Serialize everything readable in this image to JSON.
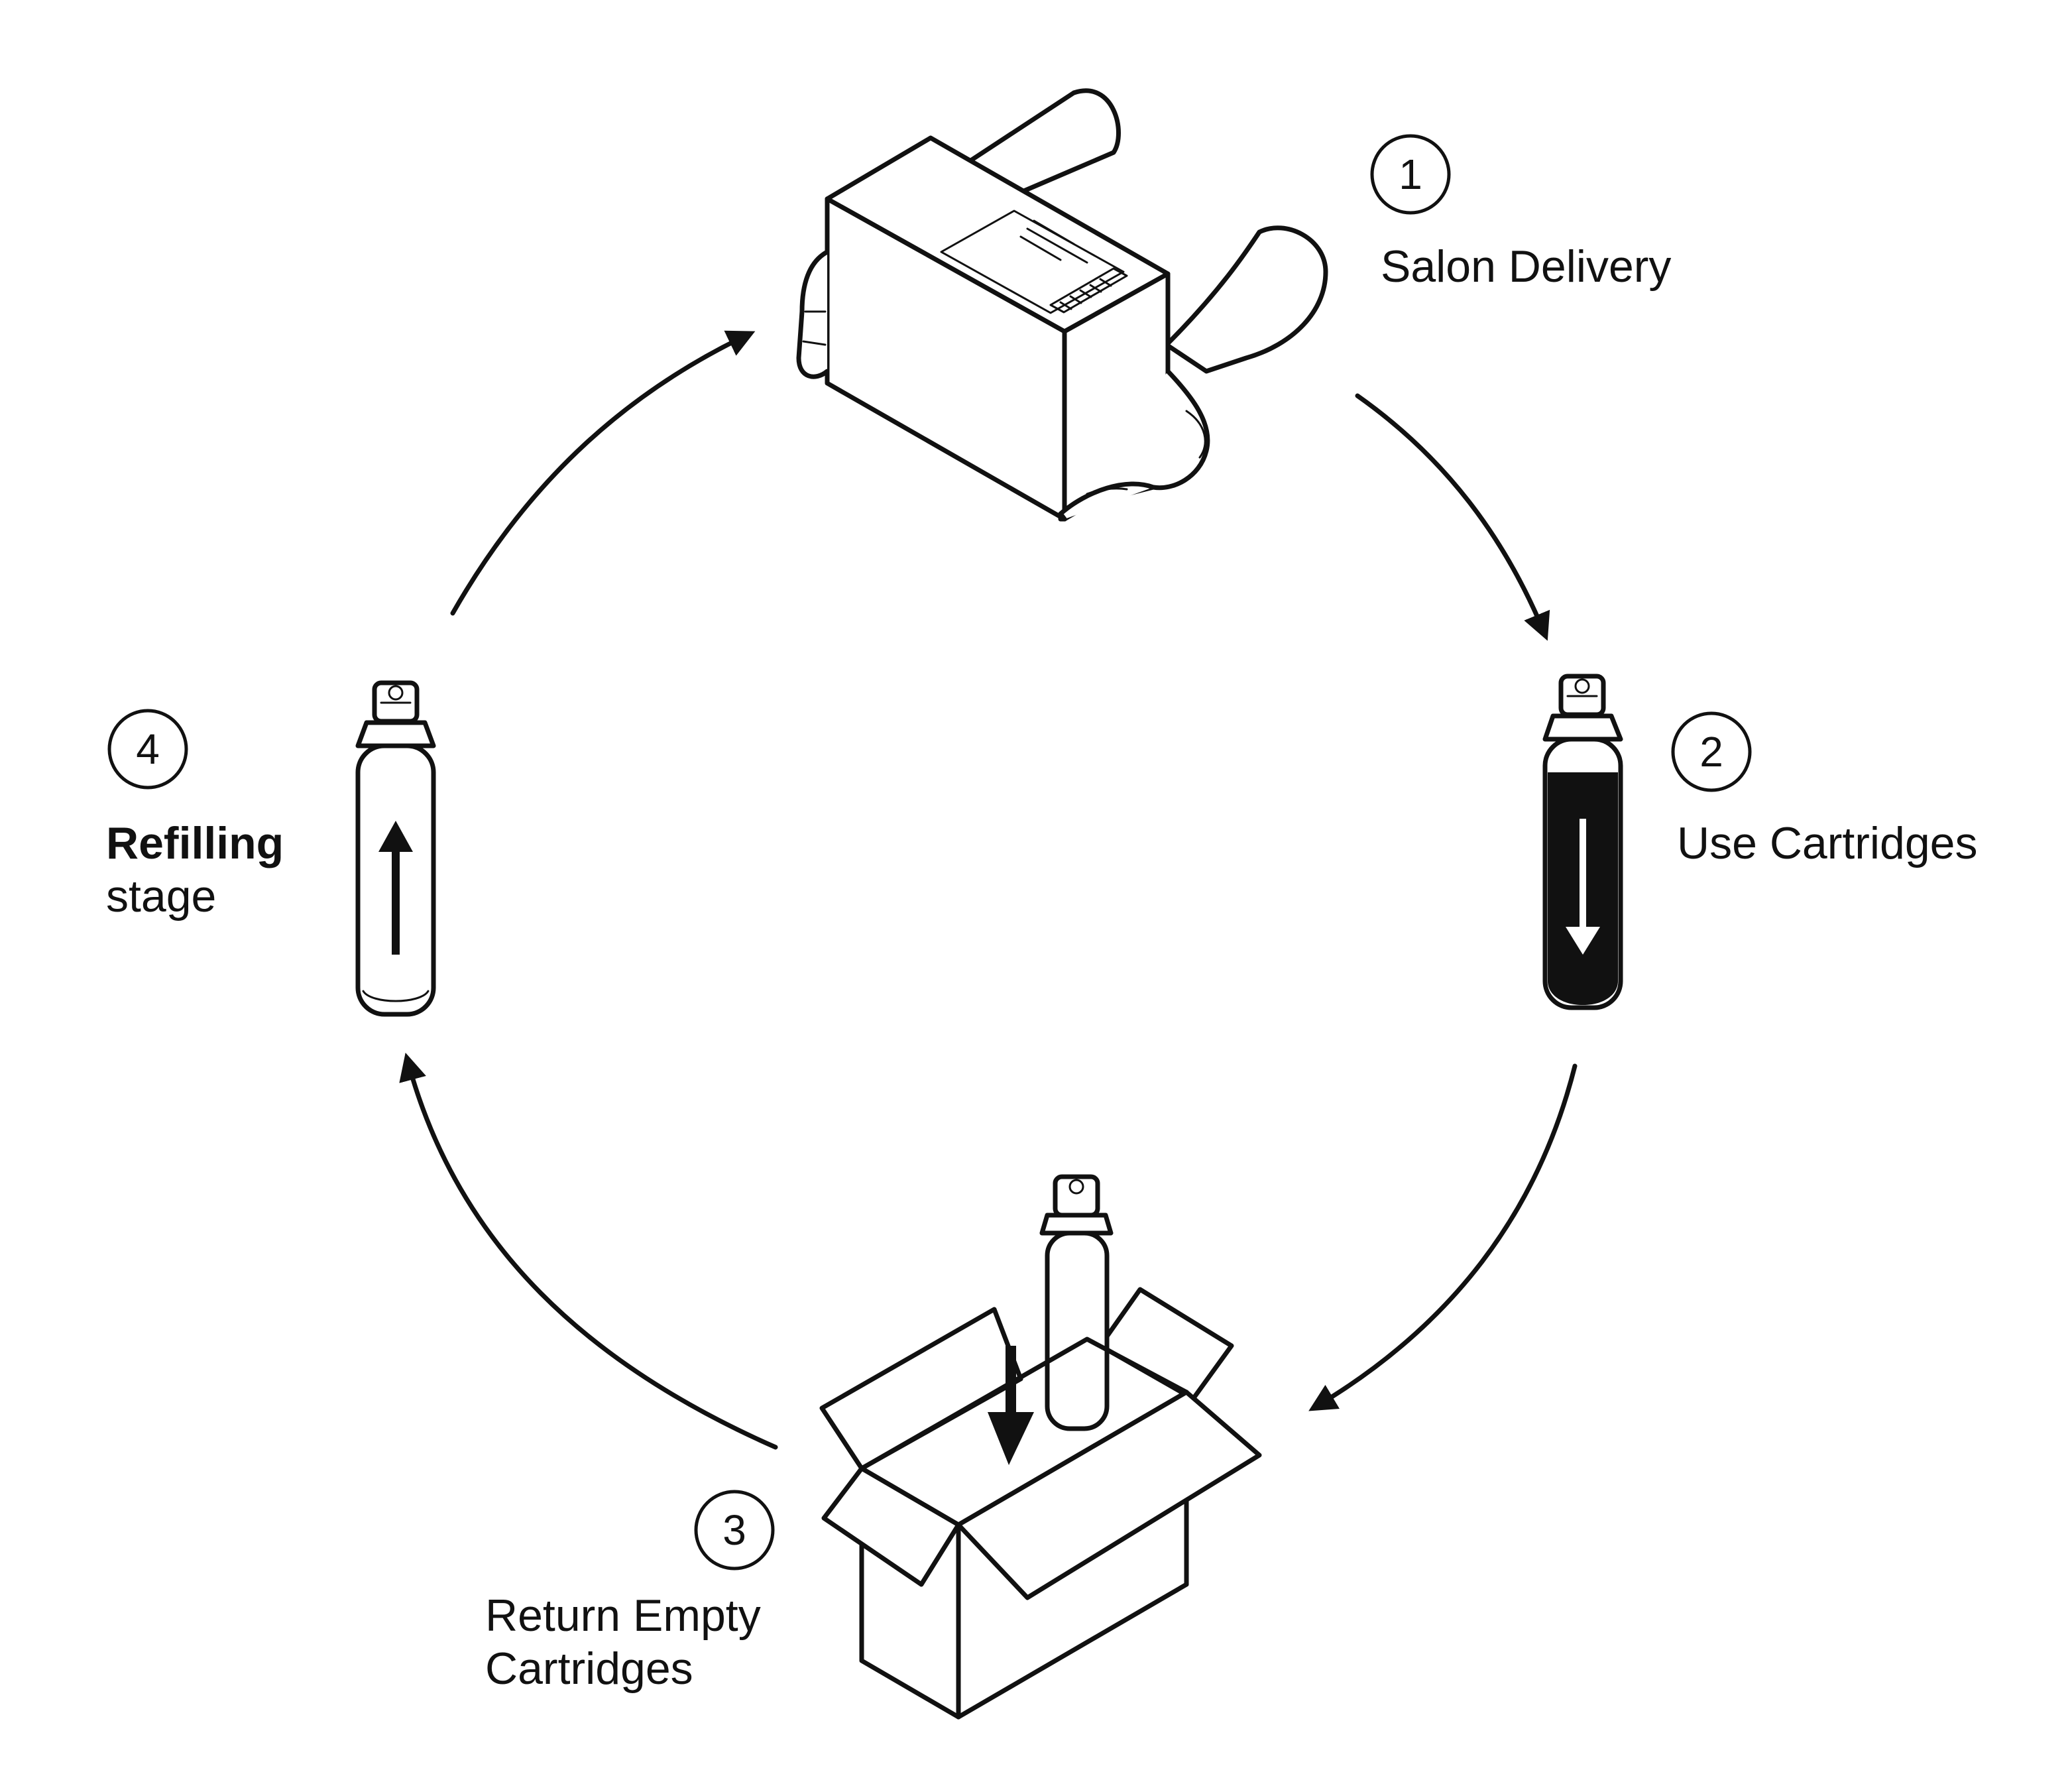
{
  "steps": [
    {
      "number": "1",
      "label": "Salon Delivery"
    },
    {
      "number": "2",
      "label": "Use Cartridges"
    },
    {
      "number": "3",
      "label_line1": "Return Empty",
      "label_line2": "Cartridges"
    },
    {
      "number": "4",
      "label_bold": "Refilling",
      "label_line2": "stage"
    }
  ],
  "colors": {
    "ink": "#111111",
    "background": "#ffffff"
  },
  "icons": [
    "hands-holding-box-icon",
    "full-cartridge-icon",
    "open-box-with-cartridge-icon",
    "empty-cartridge-icon"
  ]
}
